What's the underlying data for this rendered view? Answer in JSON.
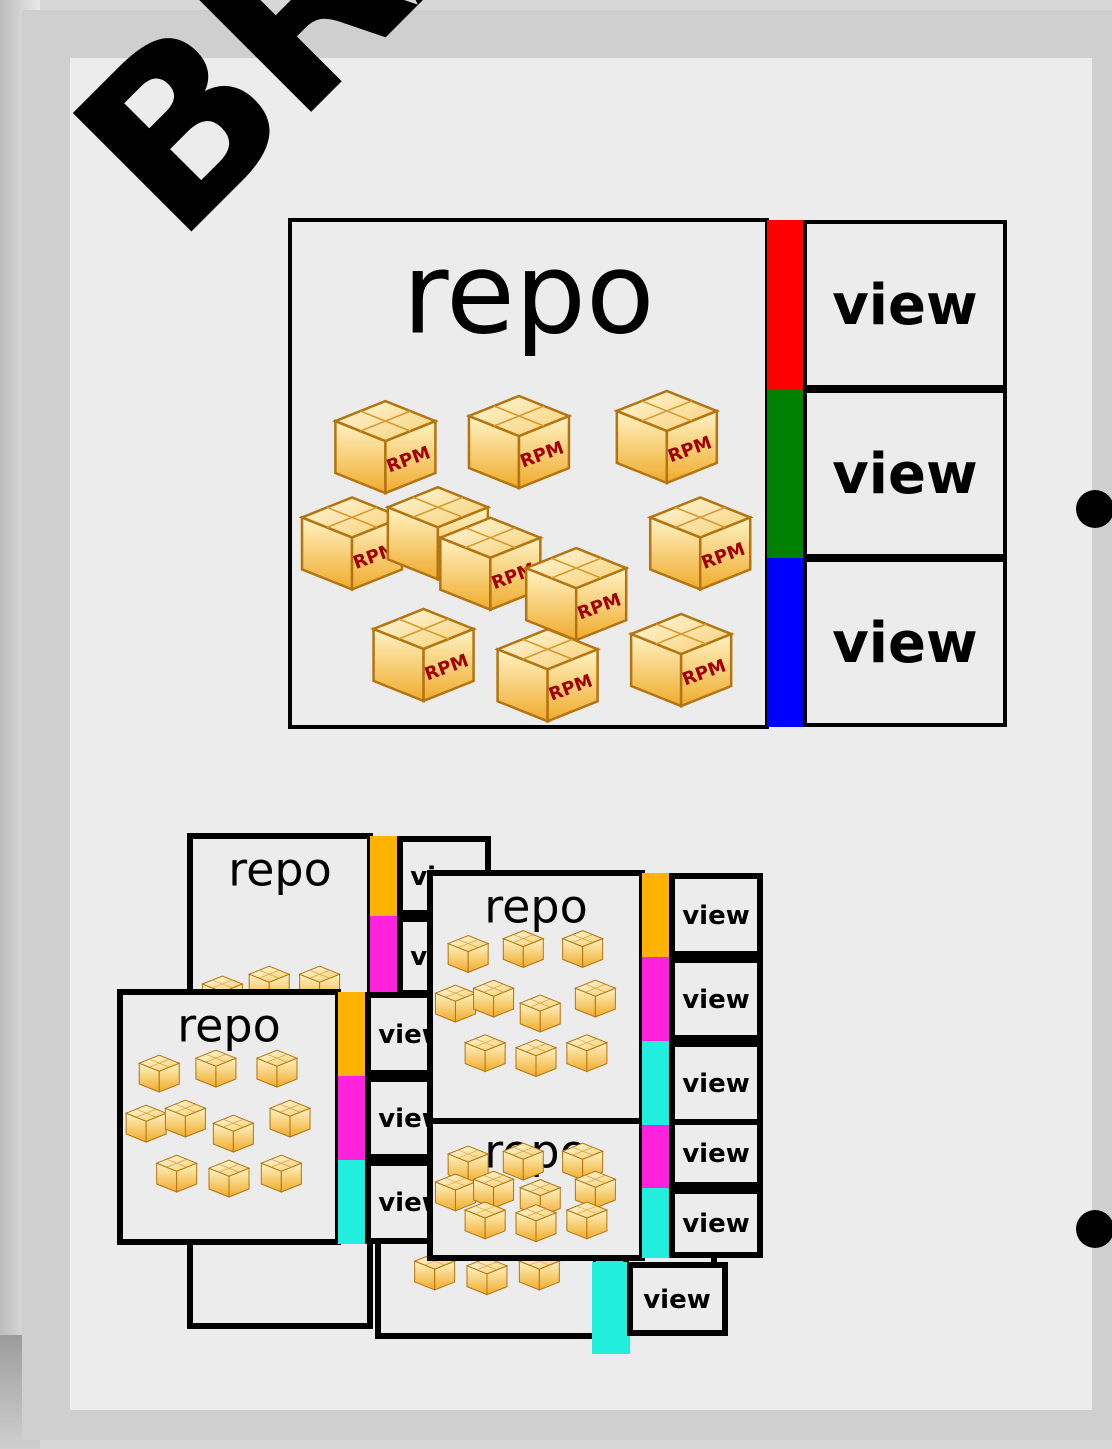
{
  "watermark": "BRA",
  "main_repo": {
    "title": "repo",
    "package_label": "RPM",
    "views": [
      {
        "label": "view",
        "color": "#ff0000"
      },
      {
        "label": "view",
        "color": "#008000"
      },
      {
        "label": "view",
        "color": "#0000ff"
      }
    ]
  },
  "stack": {
    "repo_title": "repo",
    "view_label": "view",
    "accent_colors": {
      "orange": "#ffb300",
      "magenta": "#ff22dd",
      "cyan": "#22eedd"
    }
  },
  "colors": {
    "box_fill_light": "#fff2c0",
    "box_fill_dark": "#f2b236",
    "box_stroke": "#b87a10",
    "rpm_text": "#a00000"
  }
}
